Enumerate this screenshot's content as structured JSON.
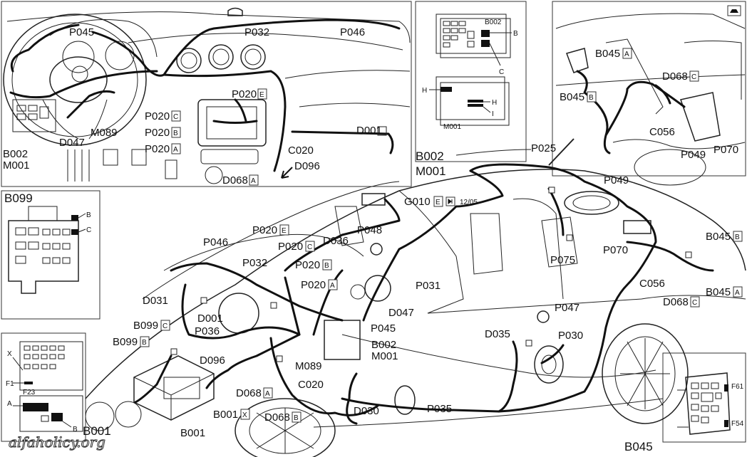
{
  "panels": {
    "dashboard": {
      "labels": {
        "p045": "P045",
        "p032": "P032",
        "p046": "P046",
        "p020e": "P020",
        "p020e_sfx": "E",
        "p020c": "P020",
        "p020c_sfx": "C",
        "p020b": "P020",
        "p020b_sfx": "B",
        "p020a": "P020",
        "p020a_sfx": "A",
        "m089": "M089",
        "d047": "D047",
        "d001": "D001",
        "c020": "C020",
        "d096": "D096",
        "d068a": "D068",
        "d068a_sfx": "A",
        "b002": "B002",
        "m001": "M001"
      }
    },
    "fuse_b002": {
      "title": "B002",
      "b": "B",
      "c": "C",
      "h1": "H",
      "h2": "H",
      "i": "I",
      "m001": "M001",
      "caption_b002": "B002",
      "caption_m001": "M001"
    },
    "rear": {
      "labels": {
        "b045a": "B045",
        "b045a_sfx": "A",
        "d068c": "D068",
        "d068c_sfx": "C",
        "b045b": "B045",
        "b045b_sfx": "B",
        "c056": "C056",
        "p049": "P049",
        "p070": "P070"
      },
      "icon": "car-body-icon"
    },
    "b099": {
      "title": "B099",
      "b": "B",
      "c": "C"
    },
    "b001": {
      "title": "B001",
      "x": "X",
      "f1": "F1",
      "f23": "F23",
      "a": "A",
      "b": "B"
    },
    "b045": {
      "title": "B045",
      "f61": "F61",
      "f54": "F54"
    },
    "main": {
      "labels": {
        "p025": "P025",
        "g010": "G010",
        "g010_sfx": "E",
        "date": "12/05",
        "p049": "P049",
        "p020e": "P020",
        "p020e_sfx": "E",
        "p048": "P048",
        "p046": "P046",
        "p020c": "P020",
        "p020c_sfx": "C",
        "d036": "D036",
        "p032": "P032",
        "p020b": "P020",
        "p020b_sfx": "B",
        "p020a": "P020",
        "p020a_sfx": "A",
        "p031": "P031",
        "d031": "D031",
        "d001": "D001",
        "p036": "P036",
        "d047": "D047",
        "p045": "P045",
        "b099c": "B099",
        "b099c_sfx": "C",
        "b099b": "B099",
        "b099b_sfx": "B",
        "d096": "D096",
        "b002": "B002",
        "m001": "M001",
        "m089": "M089",
        "c020": "C020",
        "d068a": "D068",
        "d068a_sfx": "A",
        "b001x": "B001",
        "b001x_sfx": "X",
        "d068b": "D068",
        "d068b_sfx": "B",
        "b001": "B001",
        "d030": "D030",
        "p035": "P035",
        "p075": "P075",
        "p070": "P070",
        "b045b": "B045",
        "b045b_sfx": "B",
        "c056": "C056",
        "b045a": "B045",
        "b045a_sfx": "A",
        "d068c": "D068",
        "d068c_sfx": "C",
        "p047": "P047",
        "d035": "D035",
        "p030": "P030"
      }
    }
  },
  "watermark": "alfaholicy.org"
}
